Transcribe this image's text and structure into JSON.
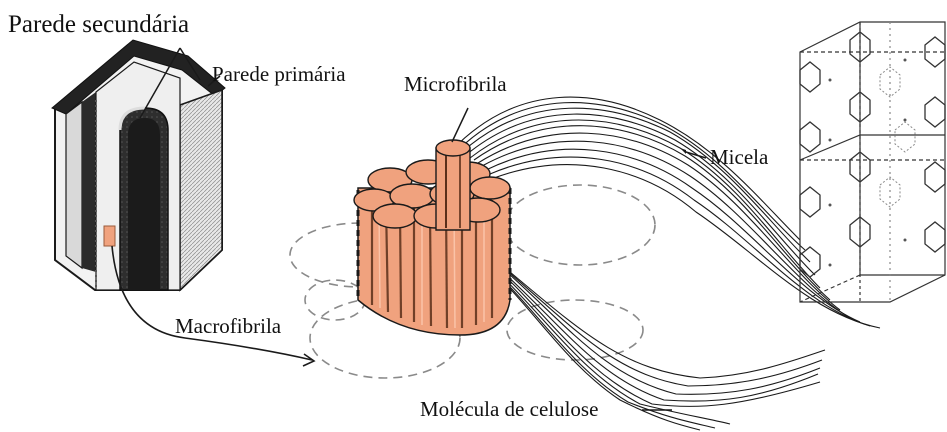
{
  "labels": {
    "parede_secundaria": "Parede secundária",
    "parede_primaria": "Parede primária",
    "microfibrila": "Microfibrila",
    "micela": "Micela",
    "macrofibrila": "Macrofibrila",
    "molecula_celulose": "Molécula de celulose"
  },
  "colors": {
    "fibril": "#f0a27e",
    "fibril_dark": "#c8734e",
    "ink": "#1a1a1a",
    "wall_dark": "#2a2a2a",
    "wall_light": "#f4f4f4",
    "dashed": "#8a8a8a"
  },
  "icons": {
    "cell_wall_block": "cell-wall-block",
    "macrofibril_bundle": "macrofibril-bundle",
    "micelle_lattice": "micelle-lattice"
  }
}
